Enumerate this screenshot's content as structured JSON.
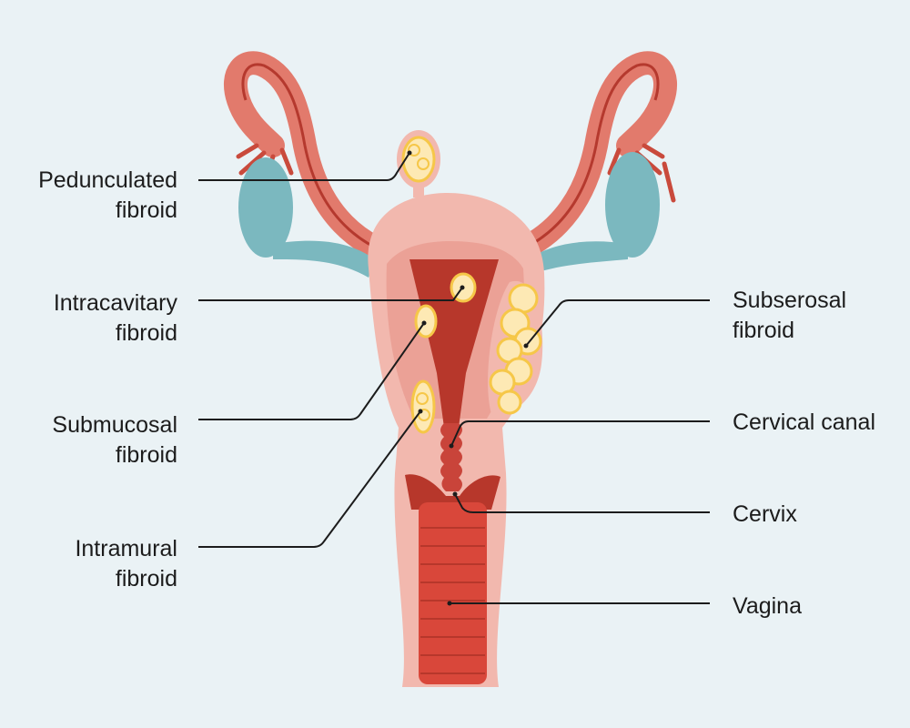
{
  "colors": {
    "background": "#eaf2f5",
    "uterus_outer": "#f2b8ae",
    "myometrium": "#eba196",
    "cavity": "#b7372b",
    "vagina": "#d9473a",
    "fallopian_tube": "#e27a6c",
    "ovary": "#7bb8bf",
    "fibroid_fill": "#fde9b4",
    "fibroid_stroke": "#f6c748",
    "leader_line": "#1c1c1c"
  },
  "labels": {
    "pedunculated": {
      "line1": "Pedunculated",
      "line2": "fibroid"
    },
    "intracavitary": {
      "line1": "Intracavitary",
      "line2": "fibroid"
    },
    "submucosal": {
      "line1": "Submucosal",
      "line2": "fibroid"
    },
    "intramural": {
      "line1": "Intramural",
      "line2": "fibroid"
    },
    "subserosal": {
      "line1": "Subserosal",
      "line2": "fibroid"
    },
    "cervical_canal": {
      "line1": "Cervical canal"
    },
    "cervix": {
      "line1": "Cervix"
    },
    "vagina": {
      "line1": "Vagina"
    }
  }
}
